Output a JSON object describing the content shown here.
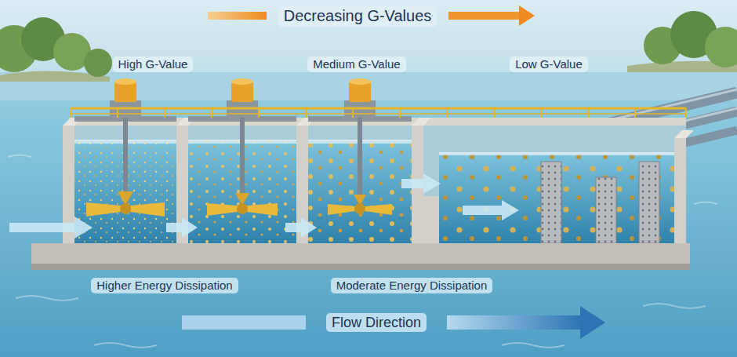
{
  "diagram": {
    "labels": [
      "Decreasing G-Values",
      "High G-Value",
      "Medium G-Value",
      "Low G-Value",
      "Higher Energy Dissipation",
      "Moderate Energy Dissipation",
      "Flow Direction"
    ]
  }
}
